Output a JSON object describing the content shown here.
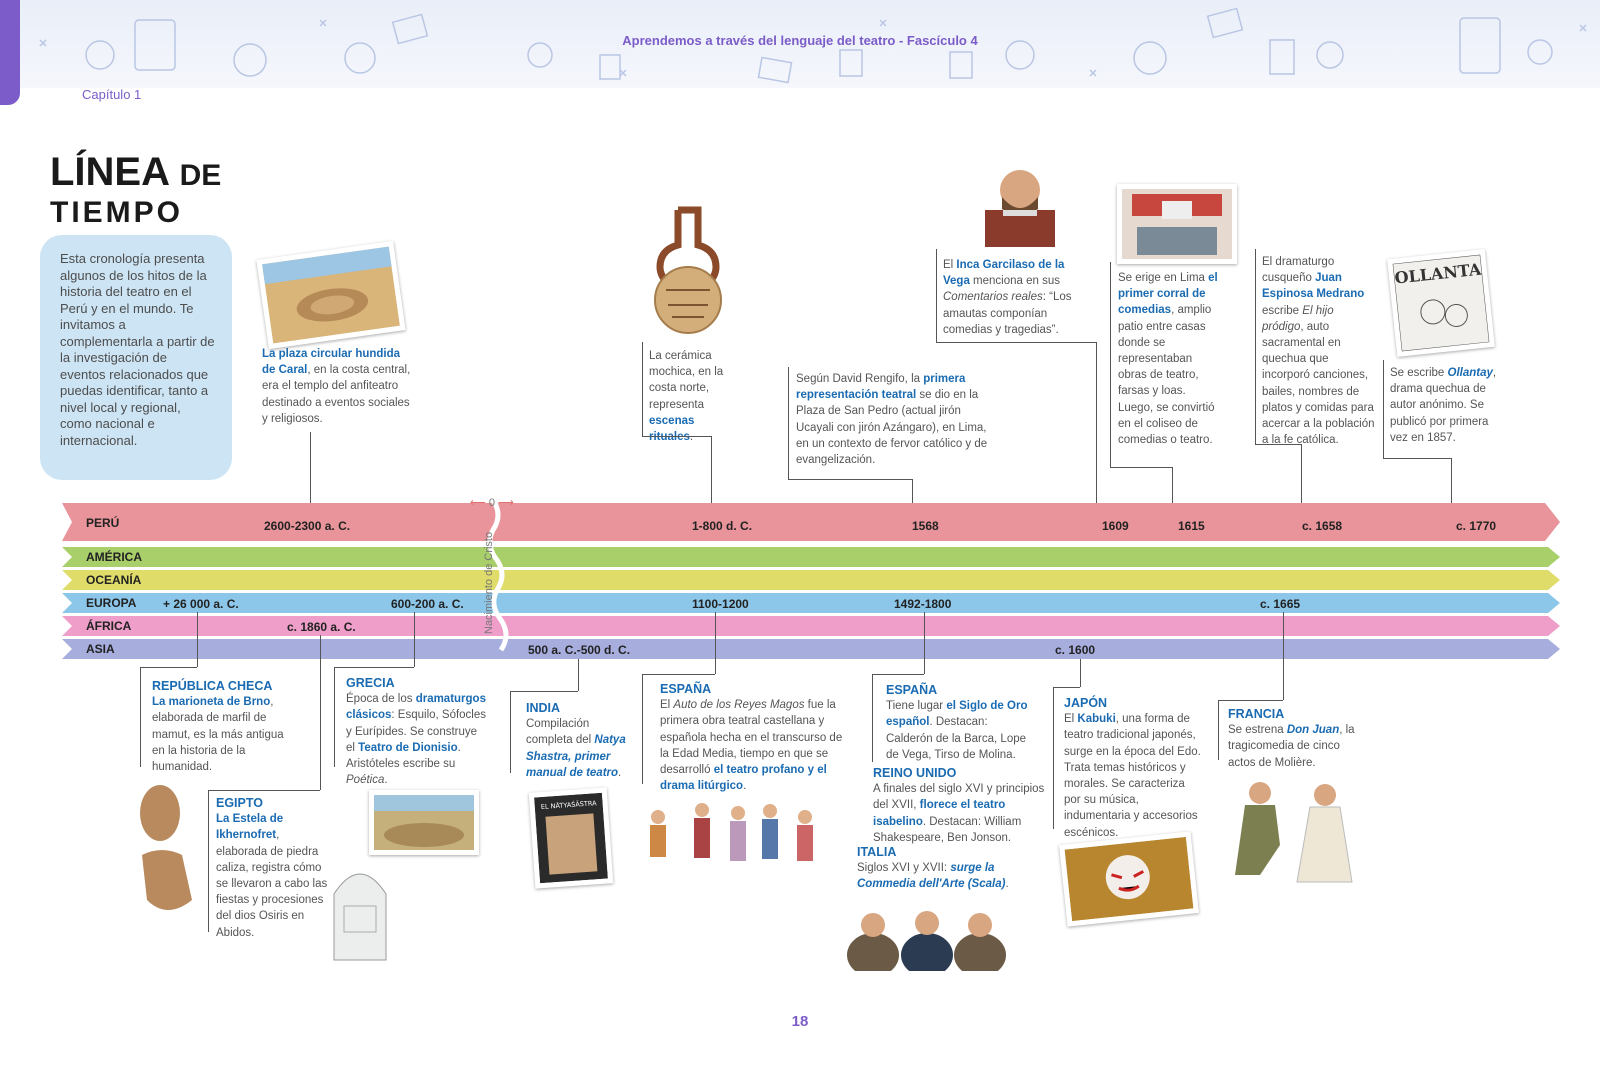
{
  "header": {
    "title": "Aprendemos a través del lenguaje del teatro - Fascículo 4",
    "chapter": "Capítulo 1",
    "page_number": "18"
  },
  "heading": {
    "line1_big": "LÍNEA",
    "line1_small": "DE",
    "line2": "TIEMPO"
  },
  "intro": "Esta cronología presenta algunos de los hitos de la historia del teatro en el Perú y en el mundo. Te invitamos a complementarla a partir de la investigación de eventos relacionados que puedas identificar, tanto a nivel local y regional, como nacional e internacional.",
  "timeline": {
    "zero_label": "0",
    "birth_label": "Nacimiento de Cristo",
    "bands": [
      {
        "label": "PERÚ",
        "color": "#e8949a"
      },
      {
        "label": "AMÉRICA",
        "color": "#a8cf6a"
      },
      {
        "label": "OCEANÍA",
        "color": "#dfdc6a"
      },
      {
        "label": "EUROPA",
        "color": "#8cc7ea"
      },
      {
        "label": "ÁFRICA",
        "color": "#ee9ec8"
      },
      {
        "label": "ASIA",
        "color": "#a7aede"
      }
    ],
    "peru_years": [
      "2600-2300 a. C.",
      "1-800 d. C.",
      "1568",
      "1609",
      "1615",
      "c. 1658",
      "c. 1770"
    ],
    "europa_years": [
      "+ 26 000 a. C.",
      "600-200 a. C.",
      "1100-1200",
      "1492-1800",
      "c. 1665"
    ],
    "africa_years": [
      "c. 1860 a. C."
    ],
    "asia_years": [
      "500 a. C.-500 d. C.",
      "c. 1600"
    ]
  },
  "top_notes": {
    "caral": {
      "bold": "La plaza circular hundida de Caral",
      "rest": ", en la costa central, era el templo del anfiteatro destinado a eventos sociales y religiosos."
    },
    "moche": {
      "pre": "La cerámica mochica, en la costa norte, representa ",
      "bold": "escenas rituales",
      "post": "."
    },
    "rengifo": {
      "pre": "Según David Rengifo, la ",
      "bold": "primera representación teatral",
      "post": " se dio en la Plaza de San Pedro (actual jirón Ucayali con jirón Azángaro), en Lima, en un contexto de fervor católico y de evangelización."
    },
    "garcilaso": {
      "pre": "El ",
      "bold": "Inca Garcilaso de la Vega",
      "mid": " menciona en sus ",
      "ital": "Comentarios reales",
      "post": ": “Los amautas componían comedias y tragedias”."
    },
    "corral": {
      "pre": "Se erige en Lima ",
      "bold": "el primer corral de comedias",
      "post": ", amplio patio entre casas donde se representaban obras de teatro, farsas y loas. Luego, se convirtió en el coliseo de comedias o teatro."
    },
    "espinosa": {
      "pre": "El dramaturgo cusqueño ",
      "bold": "Juan Espinosa Medrano",
      "mid": " escribe ",
      "ital": "El hijo pródigo",
      "post": ", auto sacramental en quechua que incorporó canciones, bailes, nombres de platos y comidas para acercar a la población a la fe católica."
    },
    "ollantay": {
      "pre": "Se escribe ",
      "ital": "Ollantay",
      "post": ", drama quechua de autor anónimo. Se publicó por primera vez en 1857.",
      "poster_text": "OLLANTA"
    }
  },
  "bottom_notes": {
    "checa": {
      "region": "REPÚBLICA CHECA",
      "bold": "La marioneta de Brno",
      "rest": ", elaborada de marfil de mamut, es la más antigua en la historia de la humanidad."
    },
    "egipto": {
      "region": "EGIPTO",
      "bold": "La Estela de Ikhernofret",
      "rest": ", elaborada de piedra caliza, registra cómo se llevaron a cabo las fiestas y procesiones del dios Osiris en Abidos."
    },
    "grecia": {
      "region": "GRECIA",
      "pre": "Época de los ",
      "bold1": "dramaturgos clásicos",
      "mid1": ": Esquilo, Sófocles y Eurípides. Se construye el ",
      "bold2": "Teatro de Dionisio",
      "mid2": ". Aristóteles escribe su ",
      "ital": "Poética",
      "post": "."
    },
    "india": {
      "region": "INDIA",
      "pre": "Compilación completa del ",
      "bold": "Natya Shastra, primer manual de teatro",
      "post": ".",
      "book_title": "EL NĀTYAŚĀSTRA"
    },
    "espana1": {
      "region": "ESPAÑA",
      "pre": "El ",
      "ital": "Auto de los Reyes Magos",
      "mid": " fue la primera obra teatral castellana y española hecha en el transcurso de la Edad Media, tiempo en que se desarrolló ",
      "bold": "el teatro profano y el drama litúrgico",
      "post": "."
    },
    "espana2": {
      "region": "ESPAÑA",
      "pre": "Tiene lugar ",
      "bold": "el Siglo de Oro español",
      "post": ". Destacan: Calderón de la Barca, Lope de Vega, Tirso de Molina."
    },
    "reino": {
      "region": "REINO UNIDO",
      "pre": "A finales del siglo XVI y principios del XVII, ",
      "bold": "florece el teatro isabelino",
      "post": ". Destacan: William Shakespeare, Ben Jonson."
    },
    "italia": {
      "region": "ITALIA",
      "pre": "Siglos XVI y XVII: ",
      "bold": "surge la Commedia dell'Arte (Scala)",
      "post": "."
    },
    "japon": {
      "region": "JAPÓN",
      "pre": "El ",
      "bold": "Kabuki",
      "post": ", una forma de teatro tradicional japonés, surge en la época del Edo. Trata temas históricos y morales. Se caracteriza por su música, indumentaria y accesorios escénicos."
    },
    "francia": {
      "region": "FRANCIA",
      "pre": "Se estrena ",
      "ital": "Don Juan",
      "post": ", la tragicomedia de cinco actos de Molière."
    }
  }
}
